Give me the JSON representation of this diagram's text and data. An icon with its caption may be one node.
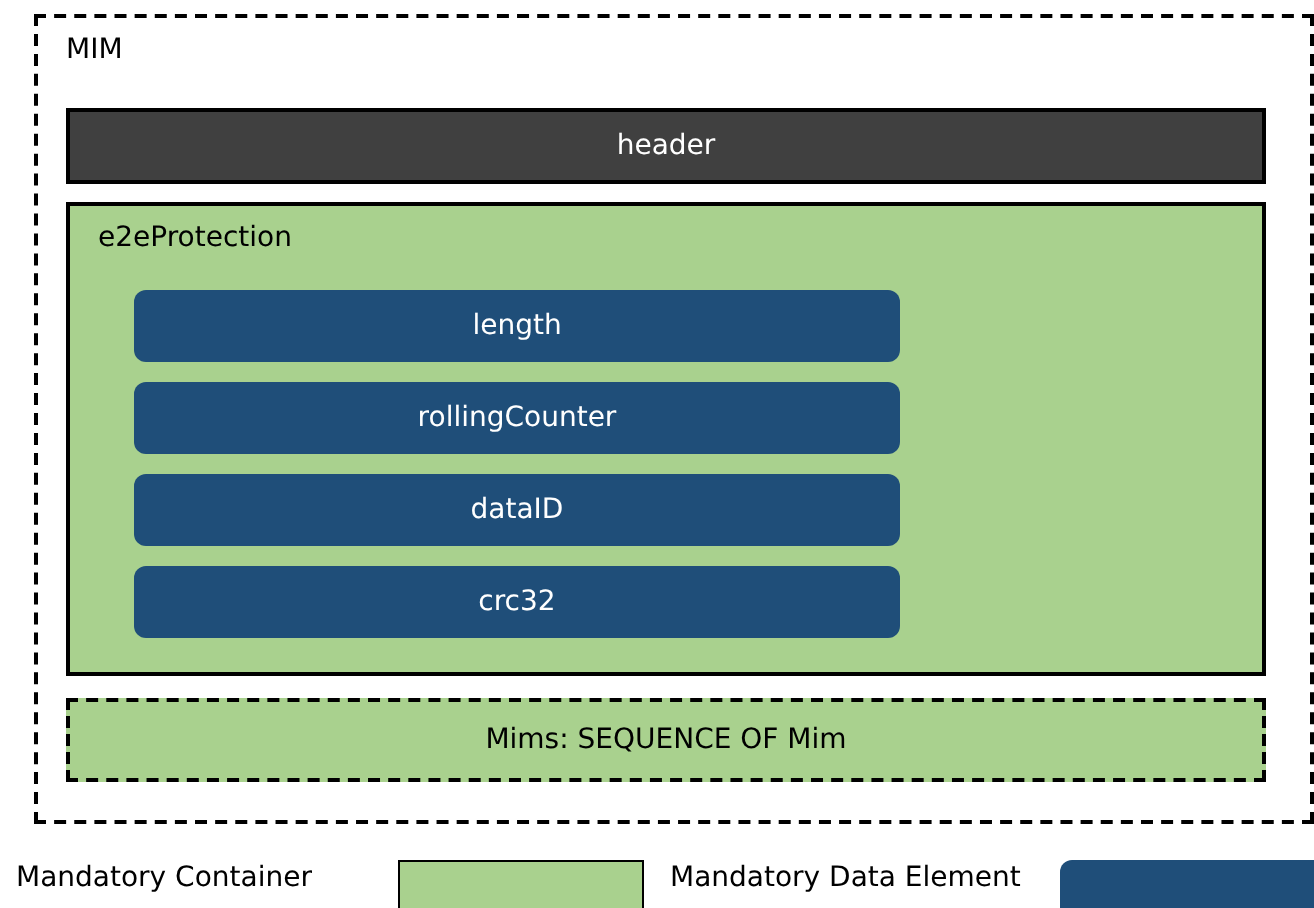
{
  "diagram": {
    "nodes": [
      {
        "text": [
          "MIM"
        ]
      },
      {
        "text": [
          "header"
        ],
        "in": 0
      },
      {
        "text": [
          "e2eProtection"
        ],
        "in": 0
      },
      {
        "text": [
          "length"
        ],
        "in": 2
      },
      {
        "text": [
          "rollingCounter"
        ],
        "in": 2
      },
      {
        "text": [
          "dataID"
        ],
        "in": 2
      },
      {
        "text": [
          "crc32"
        ],
        "in": 2
      },
      {
        "text": [
          "Mims: SEQUENCE OF Mim"
        ],
        "in": 0
      }
    ],
    "legend": [
      {
        "text": "Mandatory Container",
        "color": "#a9d18e"
      },
      {
        "text": "Mandatory Data Element",
        "color": "#1f4e79"
      }
    ]
  }
}
